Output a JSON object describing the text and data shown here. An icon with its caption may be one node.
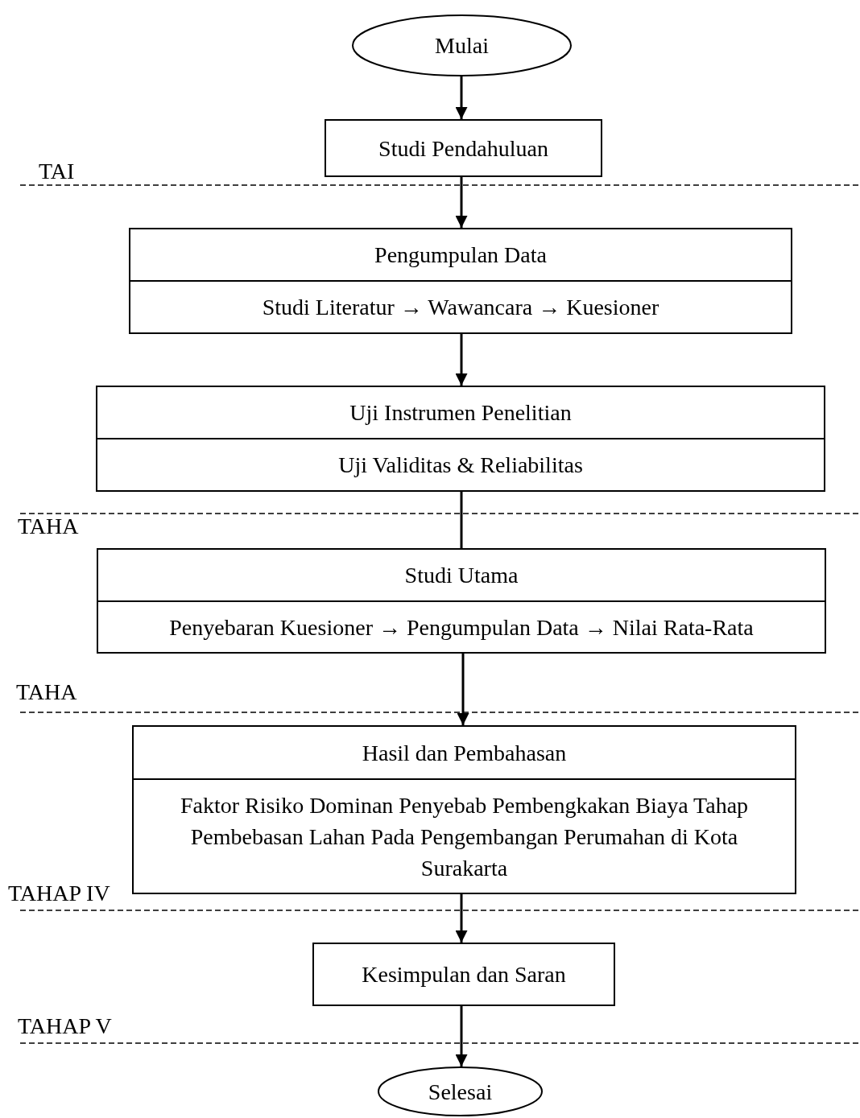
{
  "diagram": {
    "nodes": [
      {
        "text": [
          "Mulai"
        ]
      },
      {
        "text": [
          "Studi Pendahuluan"
        ]
      },
      {
        "text": [
          "Pengumpulan Data",
          "Studi Literatur → Wawancara → Kuesioner"
        ]
      },
      {
        "text": [
          "Uji Instrumen Penelitian",
          "Uji Validitas & Reliabilitas"
        ]
      },
      {
        "text": [
          "Studi Utama",
          "Penyebaran Kuesioner → Pengumpulan Data → Nilai Rata-Rata"
        ]
      },
      {
        "text": [
          "Hasil dan Pembahasan",
          "Faktor Risiko Dominan Penyebab Pembengkakan Biaya Tahap Pembebasan Lahan Pada Pengembangan Perumahan di Kota Surakarta"
        ]
      },
      {
        "text": [
          "Kesimpulan dan Saran"
        ]
      },
      {
        "text": [
          "Selesai"
        ]
      }
    ],
    "edges": [
      {
        "from": 0,
        "to": 1,
        "arrow": "to"
      },
      {
        "from": 1,
        "to": 2,
        "arrow": "to"
      },
      {
        "from": 2,
        "to": 3,
        "arrow": "to"
      },
      {
        "from": 3,
        "to": 4,
        "arrow": "none"
      },
      {
        "from": 4,
        "to": 5,
        "arrow": "to"
      },
      {
        "from": 5,
        "to": 6,
        "arrow": "to"
      },
      {
        "from": 6,
        "to": 7,
        "arrow": "to"
      }
    ],
    "labels": [
      "TAI",
      "TAHA",
      "TAHA",
      "TAHAP IV",
      "TAHAP V"
    ]
  }
}
